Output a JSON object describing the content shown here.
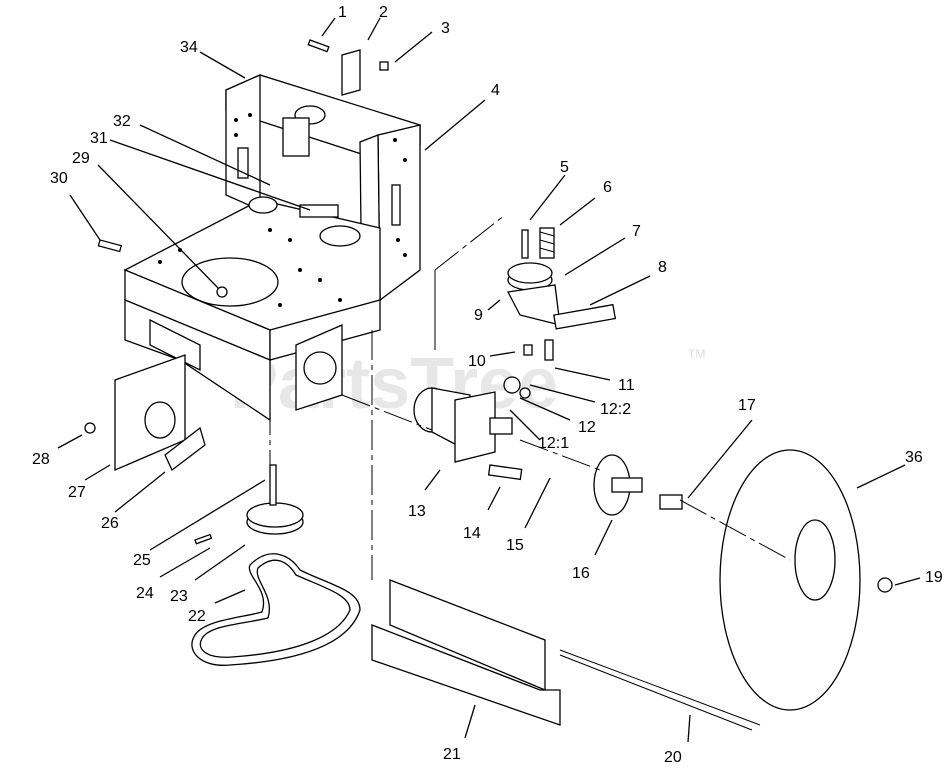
{
  "watermark": {
    "text": "PartsTree",
    "tm": "TM"
  },
  "callouts": [
    {
      "id": "1",
      "text": "1"
    },
    {
      "id": "2",
      "text": "2"
    },
    {
      "id": "3",
      "text": "3"
    },
    {
      "id": "4",
      "text": "4"
    },
    {
      "id": "5",
      "text": "5"
    },
    {
      "id": "6",
      "text": "6"
    },
    {
      "id": "7",
      "text": "7"
    },
    {
      "id": "8",
      "text": "8"
    },
    {
      "id": "9",
      "text": "9"
    },
    {
      "id": "10",
      "text": "10"
    },
    {
      "id": "11",
      "text": "11"
    },
    {
      "id": "12",
      "text": "12"
    },
    {
      "id": "12-2",
      "text": "12:2"
    },
    {
      "id": "12-1",
      "text": "12:1"
    },
    {
      "id": "13",
      "text": "13"
    },
    {
      "id": "14",
      "text": "14"
    },
    {
      "id": "15",
      "text": "15"
    },
    {
      "id": "16",
      "text": "16"
    },
    {
      "id": "17",
      "text": "17"
    },
    {
      "id": "19",
      "text": "19"
    },
    {
      "id": "20",
      "text": "20"
    },
    {
      "id": "21",
      "text": "21"
    },
    {
      "id": "22",
      "text": "22"
    },
    {
      "id": "23",
      "text": "23"
    },
    {
      "id": "24",
      "text": "24"
    },
    {
      "id": "25",
      "text": "25"
    },
    {
      "id": "26",
      "text": "26"
    },
    {
      "id": "27",
      "text": "27"
    },
    {
      "id": "28",
      "text": "28"
    },
    {
      "id": "29",
      "text": "29"
    },
    {
      "id": "30",
      "text": "30"
    },
    {
      "id": "31",
      "text": "31"
    },
    {
      "id": "32",
      "text": "32"
    },
    {
      "id": "34",
      "text": "34"
    },
    {
      "id": "36",
      "text": "36"
    }
  ]
}
